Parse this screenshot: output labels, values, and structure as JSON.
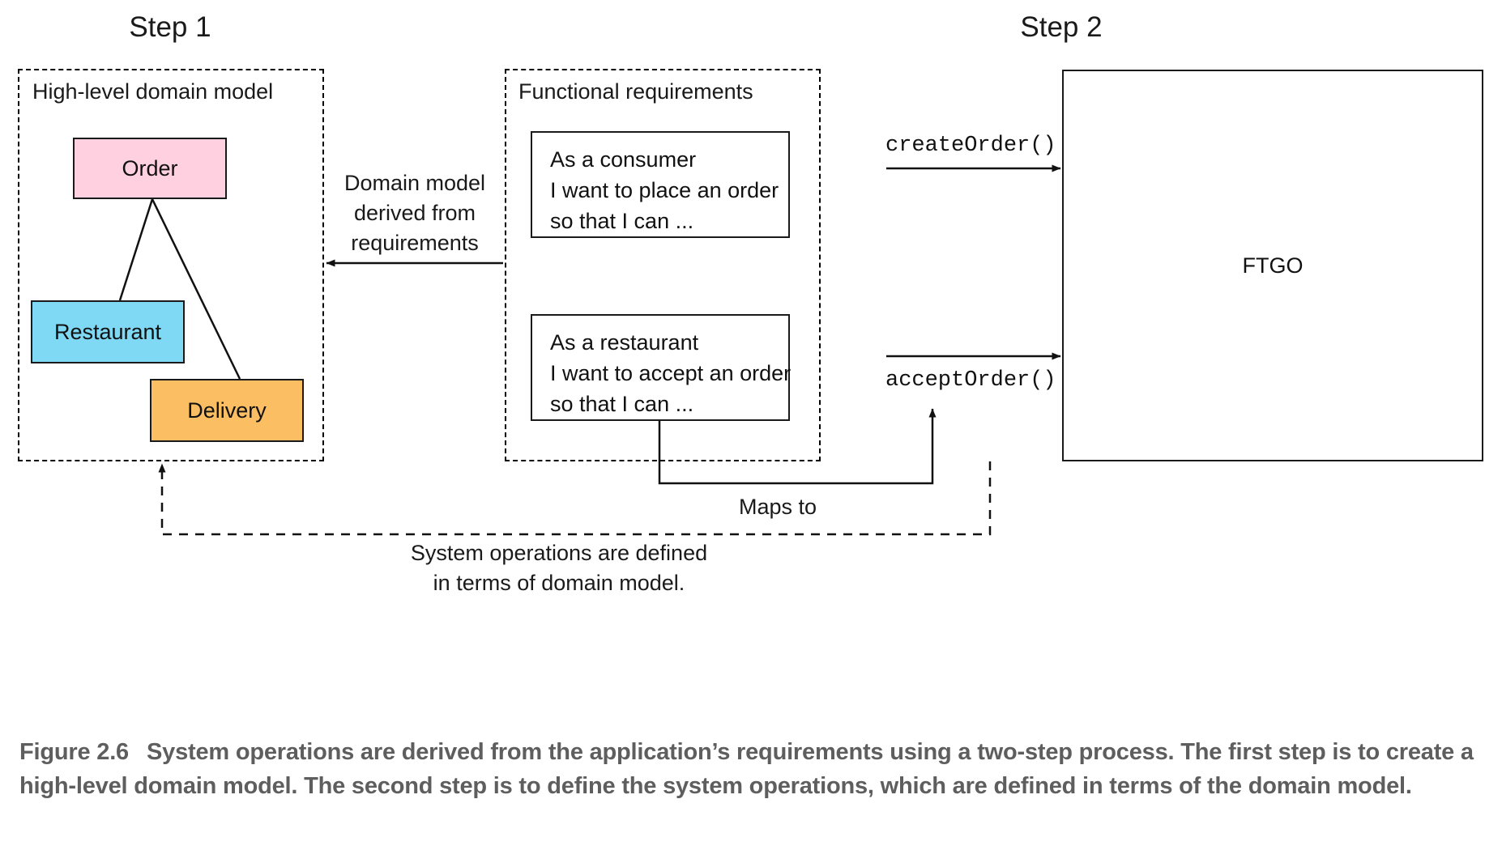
{
  "figure": {
    "step1_title": "Step 1",
    "step2_title": "Step 2",
    "caption_number": "Figure 2.6",
    "caption_text": "System operations are derived from the application’s requirements using a two-step process. The first step is to create a high-level domain model. The second step is to define the system operations, which are defined in terms of the domain model."
  },
  "domain_group": {
    "label": "High-level domain model",
    "entities": [
      {
        "name": "Order",
        "color": "#ffd1e0"
      },
      {
        "name": "Restaurant",
        "color": "#7fd9f5"
      },
      {
        "name": "Delivery",
        "color": "#fbbe62"
      }
    ]
  },
  "requirements_group": {
    "label": "Functional requirements",
    "stories": [
      {
        "lines": [
          "As a consumer",
          "I want to place an order",
          "so that I can ..."
        ]
      },
      {
        "lines": [
          "As a restaurant",
          "I want to accept an order",
          "so that I can ..."
        ]
      }
    ]
  },
  "system": {
    "name": "FTGO",
    "operations": [
      {
        "label": "createOrder()"
      },
      {
        "label": "acceptOrder()"
      }
    ]
  },
  "annotations": {
    "derived_from": [
      "Domain model",
      "derived from",
      "requirements"
    ],
    "maps_to": "Maps to",
    "system_ops": [
      "System operations are defined",
      "in terms of domain model."
    ]
  },
  "colors": {
    "order_fill": "#ffd1e0",
    "restaurant_fill": "#7fd9f5",
    "delivery_fill": "#fbbe62",
    "stroke": "#1a1a1a",
    "caption_text": "#5e5e5e"
  }
}
